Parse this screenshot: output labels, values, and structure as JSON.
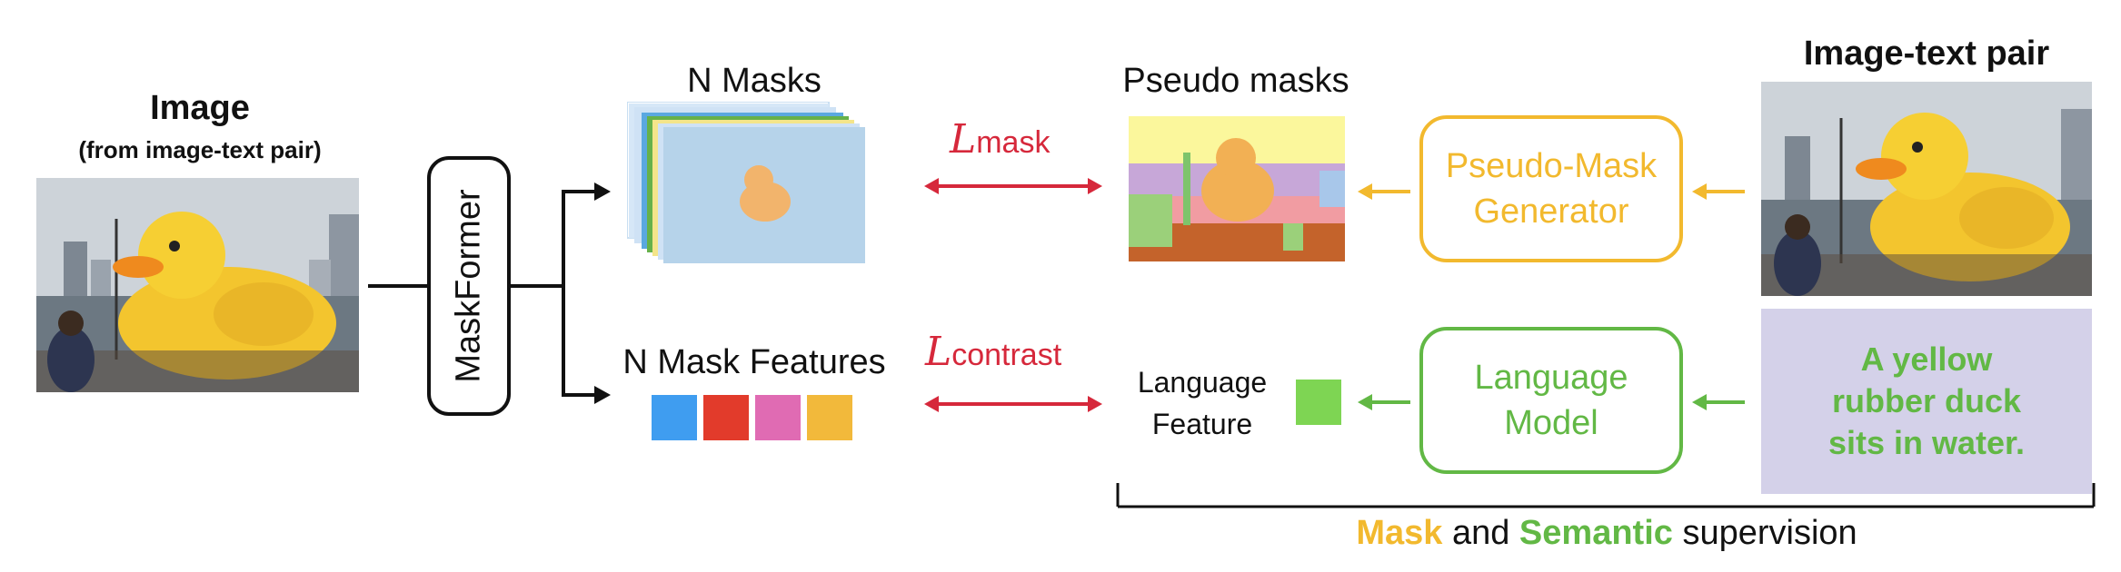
{
  "image": {
    "title": "Image",
    "subtitle": "(from image-text pair)"
  },
  "maskformer": {
    "label": "MaskFormer"
  },
  "n_masks": {
    "label": "N Masks"
  },
  "n_mask_features": {
    "label": "N Mask Features",
    "colors": [
      "#3f9df0",
      "#e23b2b",
      "#e06bb3",
      "#f2b93b"
    ]
  },
  "losses": {
    "mask": {
      "symbol": "L",
      "subscript": "mask"
    },
    "contrast": {
      "symbol": "L",
      "subscript": "contrast"
    }
  },
  "pseudo_masks": {
    "label": "Pseudo masks"
  },
  "pseudo_mask_generator": {
    "line1": "Pseudo-Mask",
    "line2": "Generator"
  },
  "language_feature": {
    "line1": "Language",
    "line2": "Feature",
    "color": "#7ed553"
  },
  "language_model": {
    "line1": "Language",
    "line2": "Model"
  },
  "image_text_pair": {
    "title": "Image-text pair",
    "text_line1": "A yellow",
    "text_line2": "rubber duck",
    "text_line3": "sits in water."
  },
  "supervision": {
    "mask_word": "Mask",
    "and_word": "and",
    "semantic_word": "Semantic",
    "suffix": "supervision"
  },
  "colors": {
    "loss_red": "#d6283b",
    "mask_yellow": "#f2b92e",
    "semantic_green": "#62b845",
    "text_panel": "#d4d1e9"
  }
}
